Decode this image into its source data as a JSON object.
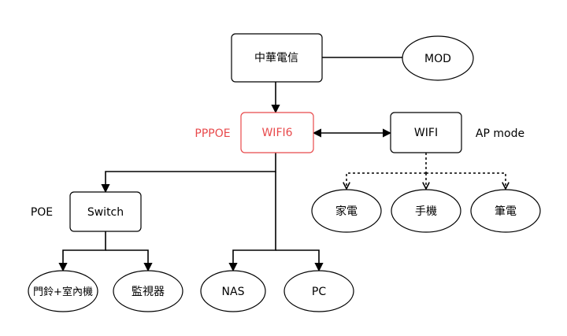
{
  "nodes": {
    "cht": "中華電信",
    "mod": "MOD",
    "wifi6": "WIFI6",
    "wifi_ap": "WIFI",
    "switch": "Switch",
    "appliance": "家電",
    "phone": "手機",
    "laptop": "筆電",
    "doorbell": "門鈴+室內機",
    "monitor": "監視器",
    "nas": "NAS",
    "pc": "PC"
  },
  "annotations": {
    "pppoe": "PPPOE",
    "ap_mode": "AP mode",
    "poe": "POE"
  },
  "colors": {
    "accent": "#e8494b",
    "stroke": "#000000"
  }
}
